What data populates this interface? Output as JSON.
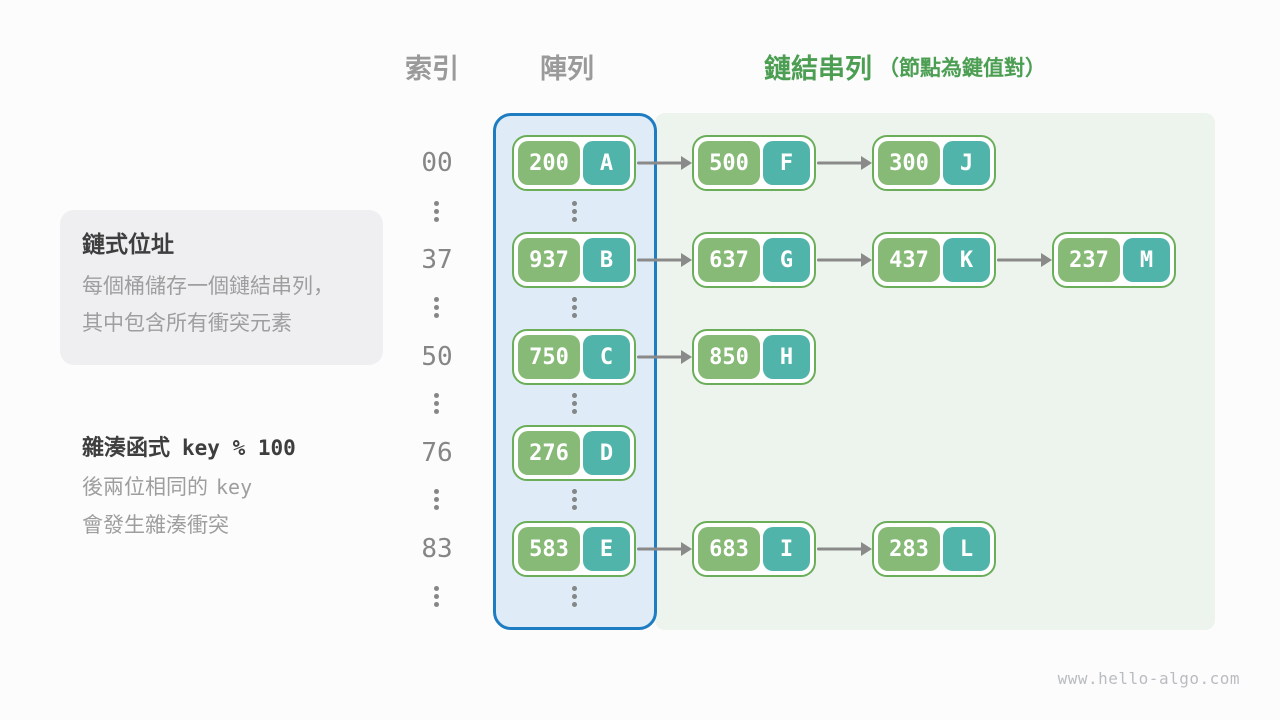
{
  "headers": {
    "index": "索引",
    "array": "陣列",
    "list": "鏈結串列",
    "list_note": "（節點為鍵值對）"
  },
  "annotations": {
    "chaining": {
      "title": "鏈式位址",
      "line1": "每個桶儲存一個鏈結串列，",
      "line2": "其中包含所有衝突元素"
    },
    "hash": {
      "prefix": "雜湊函式",
      "code": "key % 100",
      "line1_text": "後兩位相同的",
      "line1_code": "key",
      "line2": "會發生雜湊衝突"
    }
  },
  "rows": [
    {
      "index": "00",
      "bucket": {
        "key": "200",
        "value": "A"
      },
      "chain": [
        {
          "key": "500",
          "value": "F"
        },
        {
          "key": "300",
          "value": "J"
        }
      ]
    },
    {
      "index": "37",
      "bucket": {
        "key": "937",
        "value": "B"
      },
      "chain": [
        {
          "key": "637",
          "value": "G"
        },
        {
          "key": "437",
          "value": "K"
        },
        {
          "key": "237",
          "value": "M"
        }
      ]
    },
    {
      "index": "50",
      "bucket": {
        "key": "750",
        "value": "C"
      },
      "chain": [
        {
          "key": "850",
          "value": "H"
        }
      ]
    },
    {
      "index": "76",
      "bucket": {
        "key": "276",
        "value": "D"
      },
      "chain": []
    },
    {
      "index": "83",
      "bucket": {
        "key": "583",
        "value": "E"
      },
      "chain": [
        {
          "key": "683",
          "value": "I"
        },
        {
          "key": "283",
          "value": "L"
        }
      ]
    }
  ],
  "footer": {
    "text": "www.hello-algo.com"
  },
  "colors": {
    "array_border": "#1e7cc2",
    "array_fill": "#dfecf7",
    "list_panel_fill": "#edf4ed",
    "node_border": "#6bae5a",
    "key_fill": "#87ba77",
    "value_fill": "#50b4ab",
    "arrow_gray": "#8a8a8a",
    "header_gray": "#9a9a9a",
    "header_green": "#4c9e52"
  }
}
